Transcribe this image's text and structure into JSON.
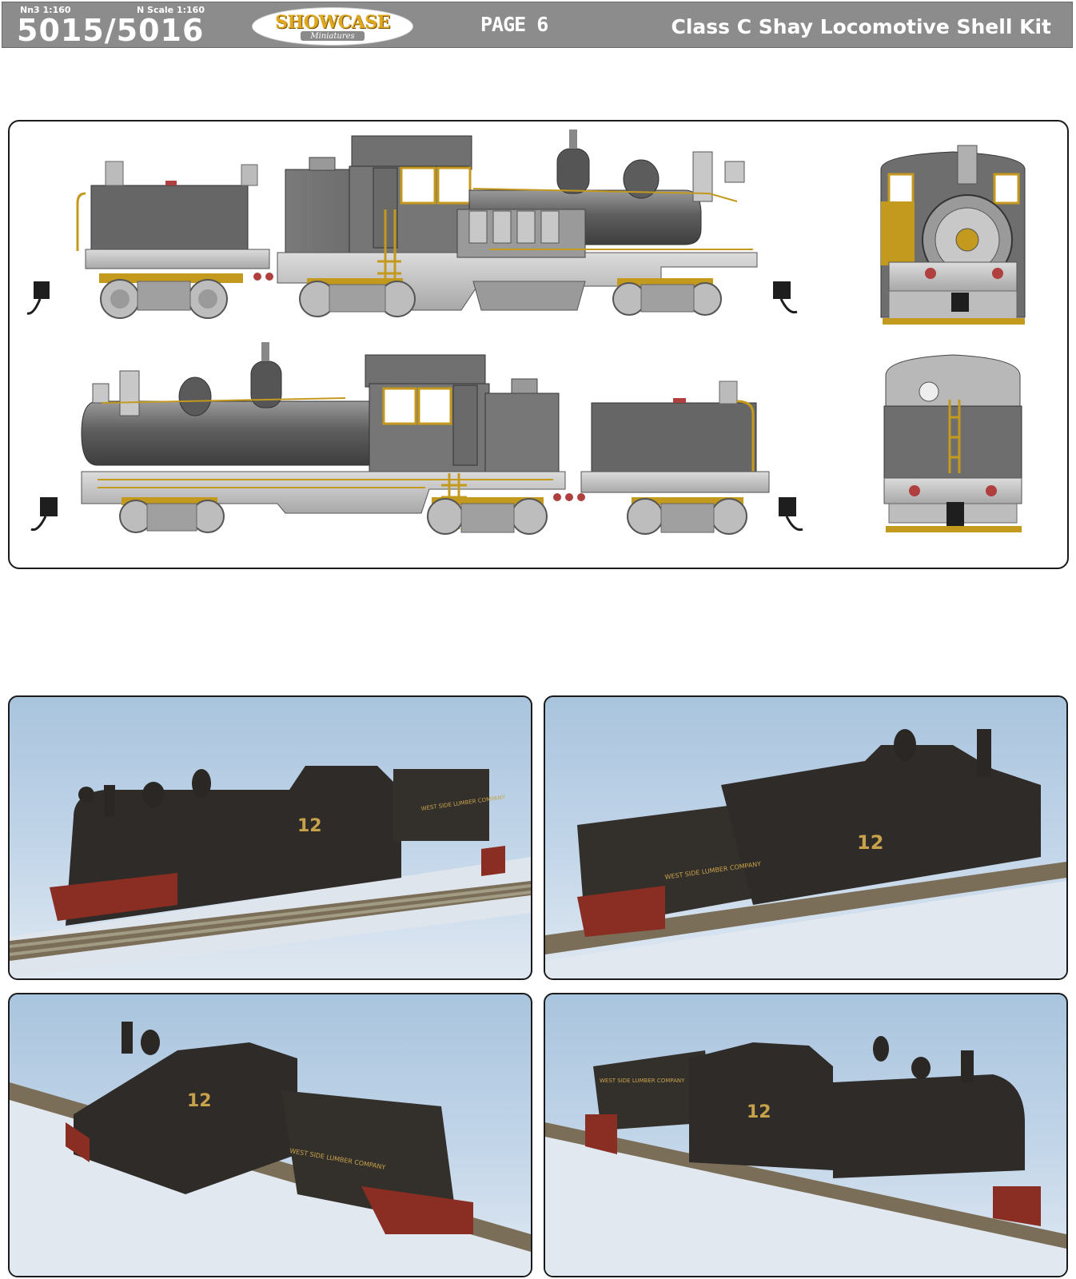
{
  "header": {
    "scale_left": "Nn3  1:160",
    "scale_right": "N  Scale  1:160",
    "part_numbers": "5015/5016",
    "brand_name": "SHOWCASE",
    "brand_sub": "Miniatures",
    "page_label": "PAGE 6",
    "title": "Class C Shay Locomotive Shell Kit"
  },
  "diagram": {
    "views": [
      "left-side",
      "right-side",
      "front-end",
      "rear-end"
    ],
    "colors": {
      "body": "#6e6e6e",
      "frame": "#c8c8c8",
      "trim": "#c49a1e",
      "coupler": "#1e1e1e",
      "red": "#b04040"
    }
  },
  "photos": {
    "lettering_tender": "WEST SIDE LUMBER COMPANY",
    "cab_number": "12",
    "colors": {
      "sky": "#b5cce3",
      "model": "#2e2b28",
      "rust": "#8a2d22",
      "lettering": "#c8a24a"
    }
  }
}
